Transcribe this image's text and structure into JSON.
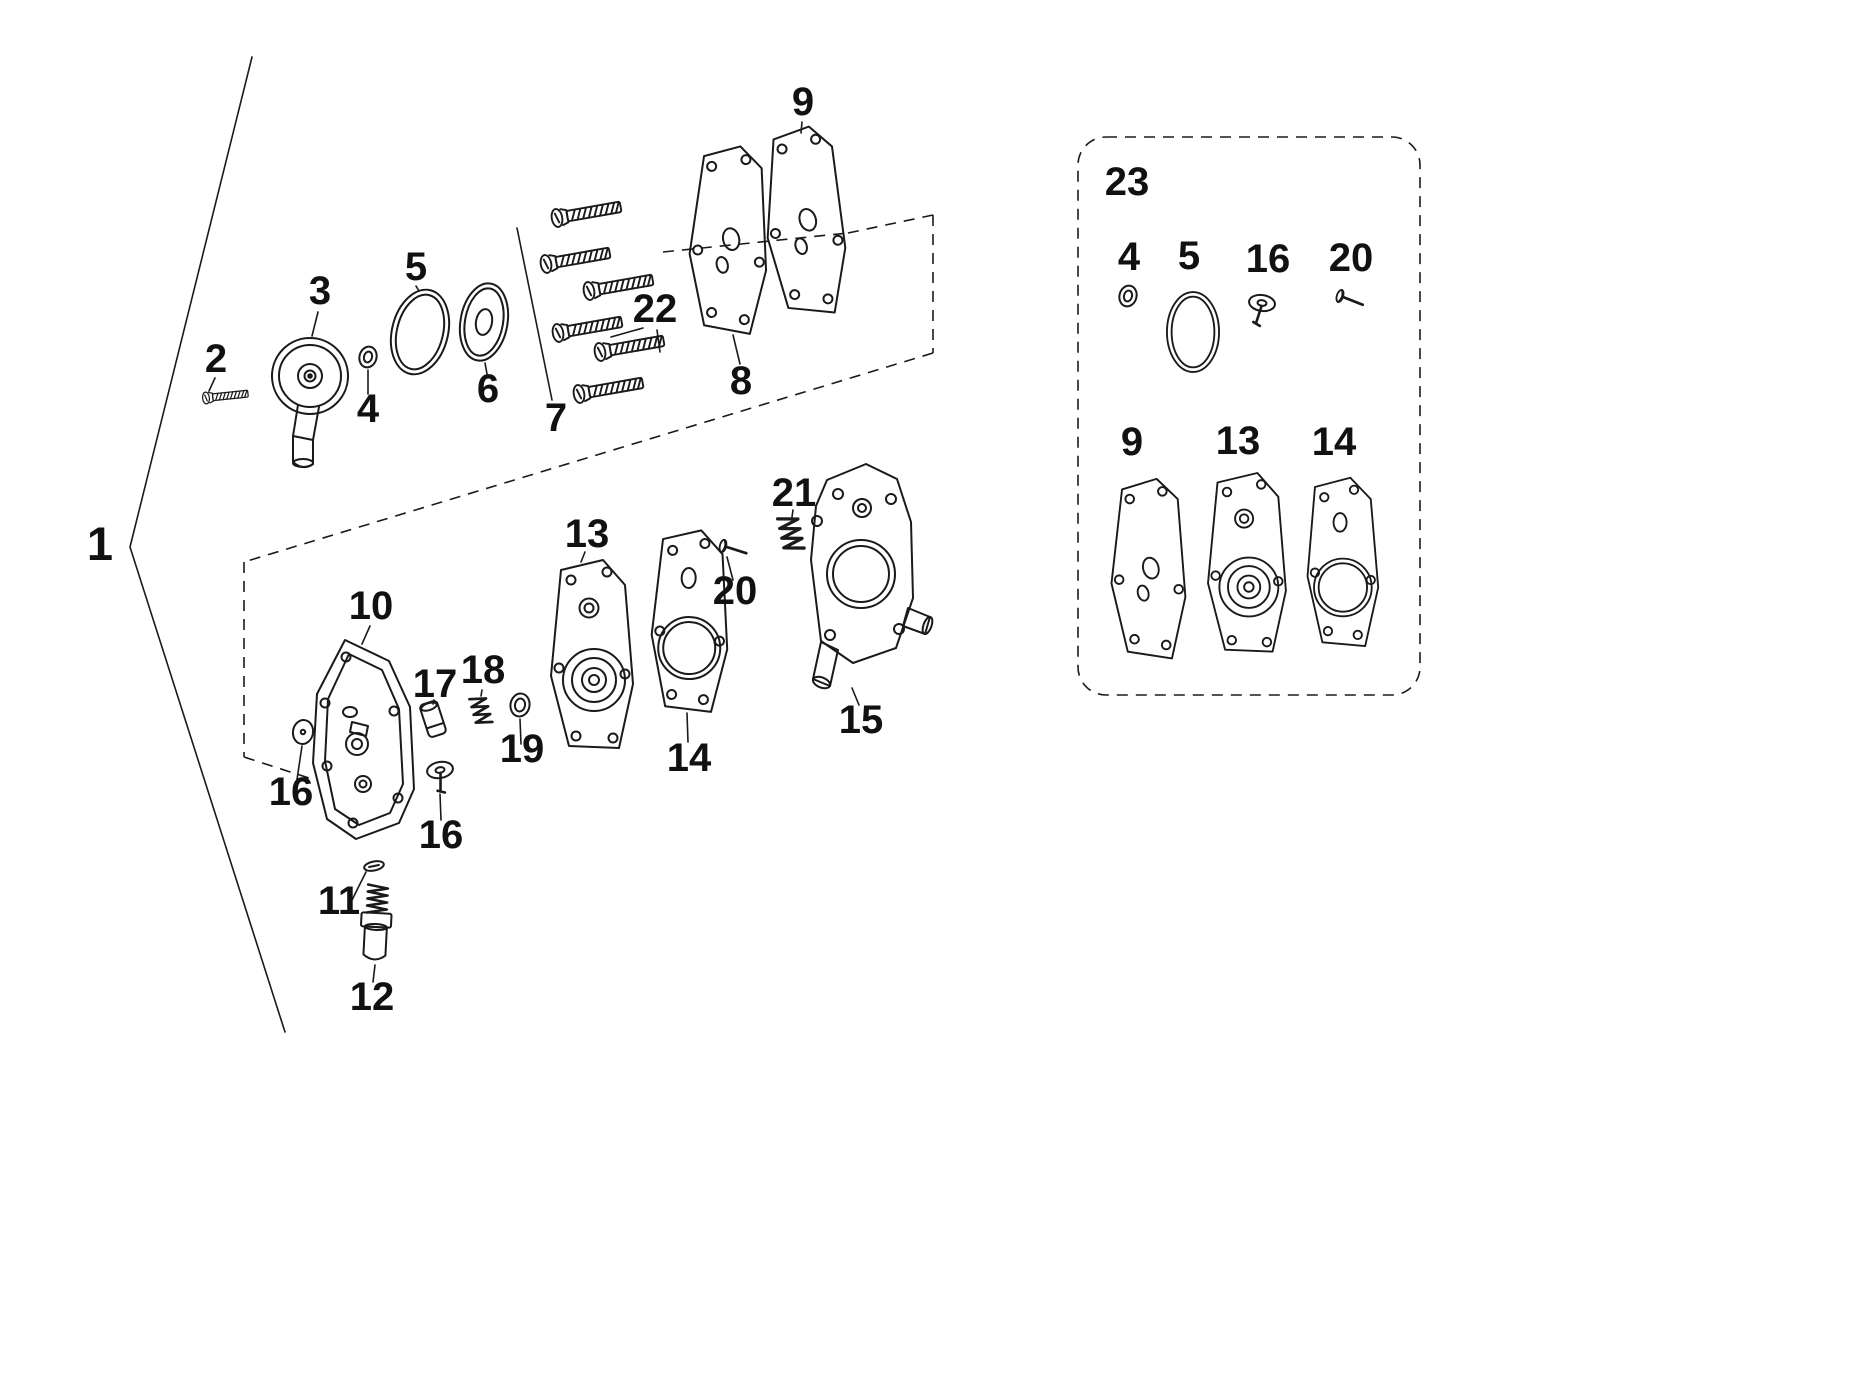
{
  "figure": {
    "kind": "exploded-parts-diagram",
    "callouts": {
      "p1": "1",
      "p2": "2",
      "p3": "3",
      "p4": "4",
      "p5": "5",
      "p6": "6",
      "p7": "7",
      "p8": "8",
      "p9": "9",
      "p10": "10",
      "p11": "11",
      "p12": "12",
      "p13": "13",
      "p14": "14",
      "p15": "15",
      "p16a": "16",
      "p16b": "16",
      "p17": "17",
      "p18": "18",
      "p19": "19",
      "p20": "20",
      "p21": "21",
      "p22": "22"
    },
    "inset": {
      "label": "23",
      "row1": [
        "4",
        "5",
        "16",
        "20"
      ],
      "row2": [
        "9",
        "13",
        "14"
      ]
    },
    "colors": {
      "ink": "#1a1a1a",
      "paper": "#ffffff"
    }
  }
}
